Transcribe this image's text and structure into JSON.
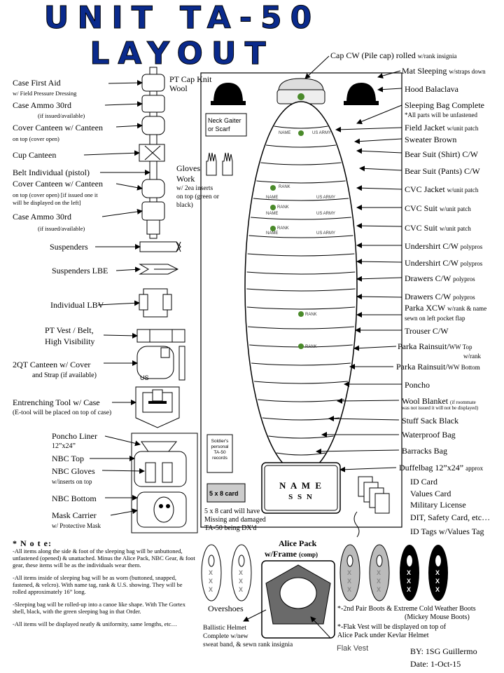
{
  "title": "UNIT TA-50 LAYOUT",
  "left": {
    "case_first_aid": "Case First Aid",
    "case_first_aid_sub": "w/ Field Pressure Dressing",
    "case_ammo_1": "Case Ammo 30rd",
    "case_ammo_1_sub": "(if issued/available)",
    "cover_canteen_1": "Cover Canteen w/ Canteen",
    "cover_canteen_1_sub": "on top (cover open)",
    "cup_canteen": "Cup Canteen",
    "belt_individual": "Belt Individual (pistol)",
    "cover_canteen_2": "Cover Canteen w/ Canteen",
    "cover_canteen_2_sub1": "on top (cover open) [if issued one it",
    "cover_canteen_2_sub2": "will be displayed on the left]",
    "case_ammo_2": "Case Ammo 30rd",
    "case_ammo_2_sub": "(if issued/available)",
    "suspenders": "Suspenders",
    "suspenders_lbe": "Suspenders LBE",
    "individual_lbv": "Individual LBV",
    "pt_vest_1": "PT Vest / Belt,",
    "pt_vest_2": "High Visibility",
    "canteen_2qt": "2QT Canteen w/ Cover",
    "canteen_2qt_sub": "and Strap (if available)",
    "entrenching": "Entrenching Tool w/ Case",
    "entrenching_sub": "(E-tool will be placed on top of case)",
    "poncho_liner": "Poncho Liner",
    "poncho_liner_sub": "12”x24”",
    "nbc_top": "NBC Top",
    "nbc_gloves": "NBC Gloves",
    "nbc_gloves_sub": "w/inserts on top",
    "nbc_bottom": "NBC Bottom",
    "mask_carrier": "Mask Carrier",
    "mask_carrier_sub": "w/ Protective Mask"
  },
  "middle": {
    "pt_cap_1": "PT Cap Knit",
    "pt_cap_2": "Wool",
    "neck_gaiter_1": "Neck Gaiter",
    "neck_gaiter_2": "or Scarf",
    "gloves_1": "Gloves",
    "gloves_2": "Work",
    "gloves_sub1": "w/ 2ea inserts",
    "gloves_sub2": "on top (green or",
    "gloves_sub3": "black)",
    "us_mark": "US",
    "soldier_card_1": "Soldier's",
    "soldier_card_2": "personal",
    "soldier_card_3": "TA-50",
    "soldier_card_4": "records",
    "card_5x8": "5 x 8 card",
    "card_note_1": "5 x 8 card will have",
    "card_note_2": "Missing and damaged",
    "card_note_3": "TA-50 being DX'd",
    "duffel_name": "N A M E",
    "duffel_ssn": "S S N",
    "tag_name": "NAME",
    "tag_usarmy": "US ARMY",
    "tag_rank": "RANK"
  },
  "right": {
    "cap_cw": "Cap CW (Pile cap) rolled",
    "cap_cw_sub": "w/rank insignia",
    "mat_sleeping": "Mat Sleeping",
    "mat_sleeping_sub": "w/straps down",
    "hood_balaclava": "Hood Balaclava",
    "sleeping_bag": "Sleeping Bag Complete",
    "sleeping_bag_sub": "*All parts will be unfastened",
    "field_jacket": "Field Jacket",
    "field_jacket_sub": "w/unit patch",
    "sweater": "Sweater Brown",
    "bear_shirt": "Bear Suit (Shirt) C/W",
    "bear_pants": "Bear Suit (Pants) C/W",
    "cvc_jacket": "CVC Jacket",
    "cvc_jacket_sub": "w/unit patch",
    "cvc_suit_1": "CVC Suit",
    "cvc_suit_1_sub": "w/unit patch",
    "cvc_suit_2": "CVC Suit",
    "cvc_suit_2_sub": "w/unit patch",
    "undershirt_1": "Undershirt C/W",
    "undershirt_1_sub": "polypros",
    "undershirt_2": "Undershirt C/W",
    "undershirt_2_sub": "polypros",
    "drawers_1": "Drawers C/W",
    "drawers_1_sub": "polypros",
    "drawers_2": "Drawers C/W",
    "drawers_2_sub": "polypros",
    "parka_xcw": "Parka XCW",
    "parka_xcw_sub": "w/rank & name",
    "parka_xcw_sub2": "sewn on left pocket flap",
    "trouser": "Trouser C/W",
    "parka_rain_top": "Parka Rainsuit/",
    "parka_rain_top_sub": "WW Top",
    "parka_rain_top_sub2": "w/rank",
    "parka_rain_bottom": "Parka Rainsuit/",
    "parka_rain_bottom_sub": "WW Bottom",
    "poncho": "Poncho",
    "wool_blanket": "Wool Blanket",
    "wool_blanket_sub": "(if roommate",
    "wool_blanket_sub2": "was not issued it will not be displayed)",
    "stuff_sack": "Stuff Sack Black",
    "waterproof_bag": "Waterproof Bag",
    "barracks_bag": "Barracks Bag",
    "duffelbag": "Duffelbag 12”x24”",
    "duffelbag_sub": "approx",
    "id_card": "ID Card",
    "values_card": "Values Card",
    "military_license": "Military License",
    "dit_card": "DIT, Safety Card, etc…",
    "id_tags": "ID Tags w/Values Tag"
  },
  "bottom": {
    "alice_pack_1": "Alice Pack",
    "alice_pack_2": "w/Frame",
    "alice_pack_3": "(comp)",
    "overshoes": "Overshoes",
    "helmet_1": "Ballistic Helmet",
    "helmet_2": "Complete w/new",
    "helmet_3": "sweat band, & sewn rank insignia",
    "flak_vest": "Flak Vest",
    "boots_note_1": "*-2nd Pair Boots & Extreme Cold Weather Boots",
    "boots_note_2": "(Mickey Mouse Boots)",
    "flak_note_1": "*-Flak Vest will be displayed on top of",
    "flak_note_2": "Alice Pack under Kevlar Helmet",
    "by": "BY: 1SG Guillermo",
    "date": "Date: 1-Oct-15",
    "boot_mark": "X"
  },
  "note": {
    "heading": "* N o t e:",
    "p1": "-All items along the side & foot of the sleeping bag will be unbuttoned, unfastened (opened) & unattached. Minus the Alice Pack, NBC Gear, & foot gear, these items will be as the individuals wear them.",
    "p2": "-All items inside of sleeping bag will be as worn (buttoned, snapped, fastened, & velcro). With name tag, rank & U.S. showing. They will be rolled approximately 16” long.",
    "p3": "-Sleeping bag will be rolled-up into a canoe like shape. With The Gortex shell, black, with the green sleeping bag in that Order.",
    "p4": "-All items will be displayed neatly & uniformity, same lengths, etc…"
  },
  "colors": {
    "title": "#0a2a8c",
    "insignia": "#4a8a2a",
    "lining": "#000000"
  }
}
